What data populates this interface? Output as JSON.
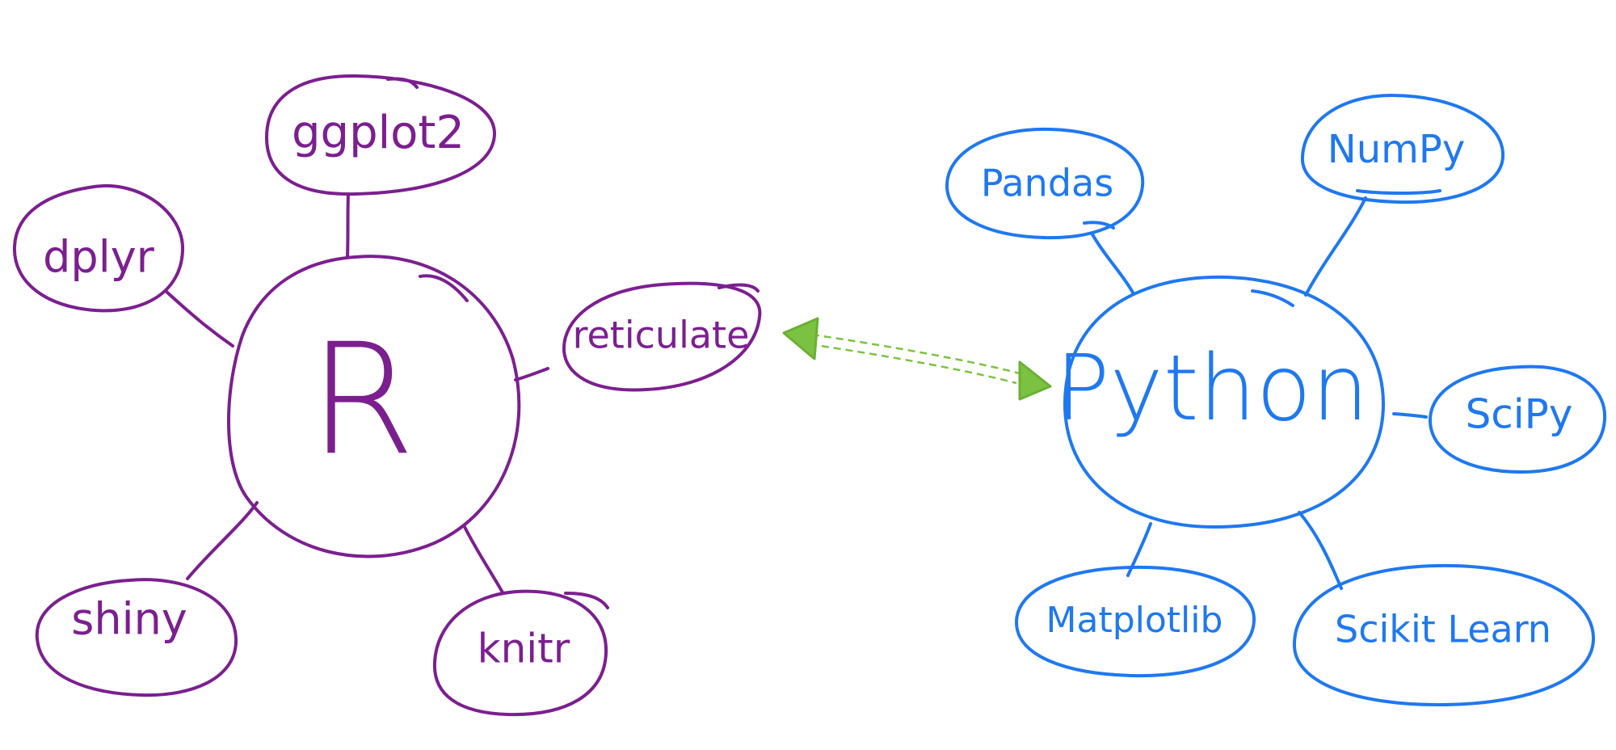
{
  "colors": {
    "r_ecosystem": "#7b1f8f",
    "python_ecosystem": "#1f78f0",
    "bridge_arrow": "#7cc242",
    "background": "#ffffff"
  },
  "r_hub": {
    "label": "R",
    "packages": {
      "ggplot2": "ggplot2",
      "dplyr": "dplyr",
      "reticulate": "reticulate",
      "shiny": "shiny",
      "knitr": "knitr"
    }
  },
  "python_hub": {
    "label": "Python",
    "packages": {
      "pandas": "Pandas",
      "numpy": "NumPy",
      "scipy": "SciPy",
      "matplotlib": "Matplotlib",
      "scikit_learn": "Scikit Learn"
    }
  }
}
